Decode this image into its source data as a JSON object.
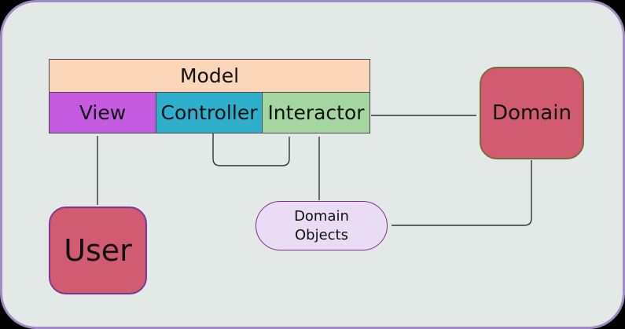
{
  "diagram": {
    "title": "MVC-Interactor architecture diagram",
    "canvas": {
      "background": "#e3e9e7",
      "border_color": "#a08cc2",
      "outer_background": "#000000"
    },
    "edge_color": "#333333",
    "nodes": {
      "model": {
        "label": "Model",
        "fill": "#fcd6b9",
        "border": "#4a4a4a"
      },
      "view": {
        "label": "View",
        "fill": "#c45be0",
        "border": "#4a4a4a"
      },
      "controller": {
        "label": "Controller",
        "fill": "#2eafcb",
        "border": "#4a4a4a"
      },
      "interactor": {
        "label": "Interactor",
        "fill": "#a5d6a2",
        "border": "#4a4a4a"
      },
      "domain": {
        "label": "Domain",
        "fill": "#d15c72",
        "border": "#7a6a33"
      },
      "user": {
        "label": "User",
        "fill": "#d15c72",
        "border": "#7c3596"
      },
      "domain_objects": {
        "label": "Domain\nObjects",
        "fill": "#eadcf5",
        "border": "#7b2d8e"
      }
    },
    "edges": [
      {
        "from": "user",
        "to": "view"
      },
      {
        "from": "controller",
        "to": "interactor"
      },
      {
        "from": "domain_objects",
        "to": "interactor"
      },
      {
        "from": "interactor",
        "to": "domain"
      },
      {
        "from": "domain",
        "to": "domain_objects"
      }
    ]
  }
}
